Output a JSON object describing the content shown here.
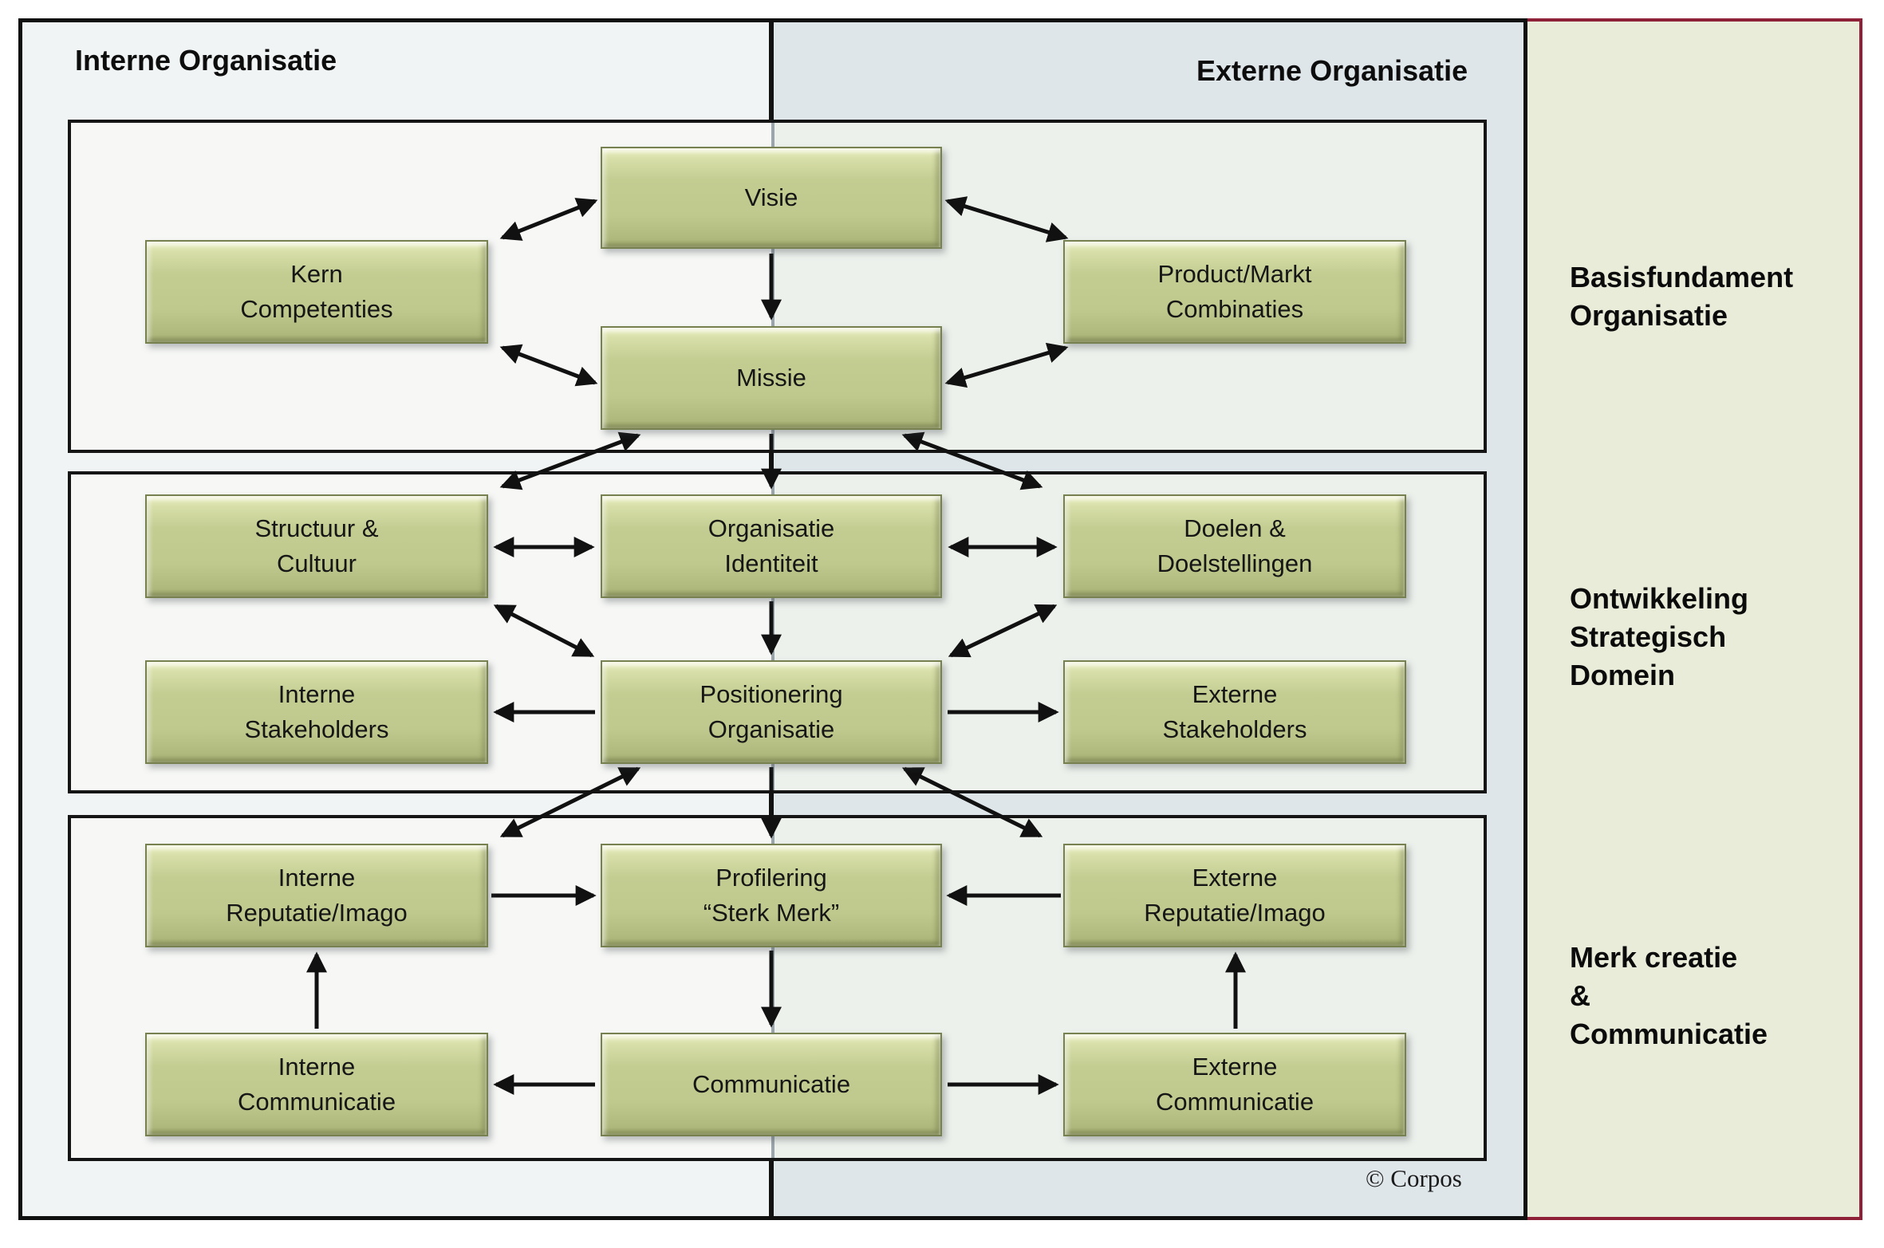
{
  "headers": {
    "left": "Interne Organisatie",
    "right": "Externe Organisatie"
  },
  "side_panel": {
    "basisfundament": "Basisfundament\nOrganisatie",
    "ontwikkeling": "Ontwikkeling\nStrategisch\nDomein",
    "merk": "Merk creatie\n&\nCommunicatie"
  },
  "boxes": {
    "visie": "Visie",
    "kern_competenties": "Kern\nCompetenties",
    "product_markt": "Product/Markt\nCombinaties",
    "missie": "Missie",
    "structuur_cultuur": "Structuur &\nCultuur",
    "organisatie_identiteit": "Organisatie\nIdentiteit",
    "doelen_doelstellingen": "Doelen &\nDoelstellingen",
    "interne_stakeholders": "Interne\nStakeholders",
    "positionering_organisatie": "Positionering\nOrganisatie",
    "externe_stakeholders": "Externe\nStakeholders",
    "interne_reputatie": "Interne\nReputatie/Imago",
    "profilering": "Profilering\n“Sterk Merk”",
    "externe_reputatie": "Externe\nReputatie/Imago",
    "interne_communicatie": "Interne\nCommunicatie",
    "communicatie": "Communicatie",
    "externe_communicatie": "Externe\nCommunicatie"
  },
  "copyright": "© Corpos",
  "colors": {
    "bg_left": "#f1f4f5",
    "bg_right": "#dfe6ea",
    "section_left": "#f7f8f6",
    "section_right": "#edf1ec",
    "panel_bg": "#e8ecd9",
    "panel_border": "#8e2138",
    "box_core": "#c3cd92",
    "box_hi": "#ecf0c3",
    "box_lo": "#a7b175",
    "box_border": "#77814f",
    "line": "#111111",
    "divider_gray": "#9aa6ab"
  }
}
